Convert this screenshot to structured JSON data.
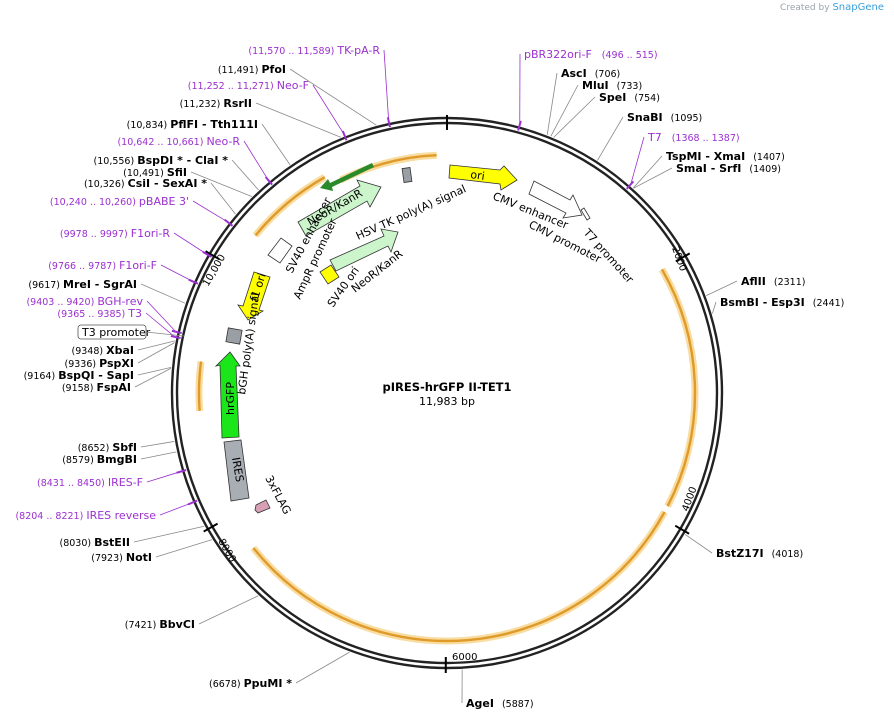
{
  "brand": {
    "prefix": "Created by",
    "name": "SnapGene"
  },
  "plasmid": {
    "name": "pIRES-hrGFP II-TET1",
    "size": "11,983 bp"
  },
  "ticks": [
    "2000",
    "4000",
    "6000",
    "8000",
    "10,000"
  ],
  "enzymes": [
    {
      "pos": "(11,491)",
      "names": "PfoI"
    },
    {
      "pos": "(11,232)",
      "names": "RsrII"
    },
    {
      "pos": "(10,834)",
      "names": "PflFI  - Tth111I"
    },
    {
      "pos": "(10,556)",
      "names": "BspDI * - ClaI *"
    },
    {
      "pos": "(10,491)",
      "names": "SfiI"
    },
    {
      "pos": "(10,326)",
      "names": "CsiI  - SexAI *"
    },
    {
      "pos": "(9617)",
      "names": "MreI  - SgrAI"
    },
    {
      "pos": "(9348)",
      "names": "XbaI"
    },
    {
      "pos": "(9336)",
      "names": "PspXI"
    },
    {
      "pos": "(9164)",
      "names": "BspQI  - SapI"
    },
    {
      "pos": "(9158)",
      "names": "FspAI"
    },
    {
      "pos": "(8652)",
      "names": "SbfI"
    },
    {
      "pos": "(8579)",
      "names": "BmgBI"
    },
    {
      "pos": "(8030)",
      "names": "BstEII"
    },
    {
      "pos": "(7923)",
      "names": "NotI"
    },
    {
      "pos": "(7421)",
      "names": "BbvCI"
    },
    {
      "pos": "(6678)",
      "names": "PpuMI *"
    },
    {
      "pos": "(5887)",
      "names": "AgeI"
    },
    {
      "pos": "(4018)",
      "names": "BstZ17I"
    },
    {
      "pos": "(2441)",
      "names": "BsmBI  - Esp3I"
    },
    {
      "pos": "(2311)",
      "names": "AflII"
    },
    {
      "pos": "(1409)",
      "names": "SmaI  - SrfI"
    },
    {
      "pos": "(1407)",
      "names": "TspMI  - XmaI"
    },
    {
      "pos": "(1095)",
      "names": "SnaBI"
    },
    {
      "pos": "(754)",
      "names": "SpeI"
    },
    {
      "pos": "(733)",
      "names": "MluI"
    },
    {
      "pos": "(706)",
      "names": "AscI"
    }
  ],
  "primers": [
    {
      "range": "(11,570 .. 11,589)",
      "name": "TK-pA-R"
    },
    {
      "range": "(11,252 .. 11,271)",
      "name": "Neo-F"
    },
    {
      "range": "(10,642 .. 10,661)",
      "name": "Neo-R"
    },
    {
      "range": "(10,240 .. 10,260)",
      "name": "pBABE 3'"
    },
    {
      "range": "(9978 .. 9997)",
      "name": "F1ori-R"
    },
    {
      "range": "(9766 .. 9787)",
      "name": "F1ori-F"
    },
    {
      "range": "(9403 .. 9420)",
      "name": "BGH-rev"
    },
    {
      "range": "(9365 .. 9385)",
      "name": "T3"
    },
    {
      "range": "(8431 .. 8450)",
      "name": "IRES-F"
    },
    {
      "range": "(8204 .. 8221)",
      "name": "IRES reverse"
    },
    {
      "range": "(496 .. 515)",
      "name": "pBR322ori-F"
    },
    {
      "range": "(1368 .. 1387)",
      "name": "T7"
    }
  ],
  "boxed_label": "T3 promoter",
  "features": {
    "ori": "ori",
    "cmv_enhancer": "CMV enhancer",
    "cmv_promoter": "CMV promoter",
    "t7_promoter": "T7 promoter",
    "hsv_tk": "HSV TK poly(A) signal",
    "neo1": "NeoR/KanR",
    "sv40_enh": "SV40 enhancer",
    "ampr_prom": "AmpR promoter",
    "f1ori": "f1 ori",
    "neo2": "NeoR/KanR",
    "sv40ori": "SV40 ori",
    "bgh": "bGH poly(A) signal",
    "hrgfp": "hrGFP",
    "ires": "IRES",
    "flag": "3xFLAG"
  },
  "colors": {
    "ori": "#ffff00",
    "neo": "#ccf5cc",
    "f1ori": "#ffff00",
    "hrgfp": "#1ae61a",
    "ires": "#a8aeb4",
    "flag": "#d7a0b4",
    "orange": "#e09a2a",
    "orange_halo": "#f8dca0",
    "primer": "#9b30d0",
    "dark_green": "#2a8a2a"
  }
}
